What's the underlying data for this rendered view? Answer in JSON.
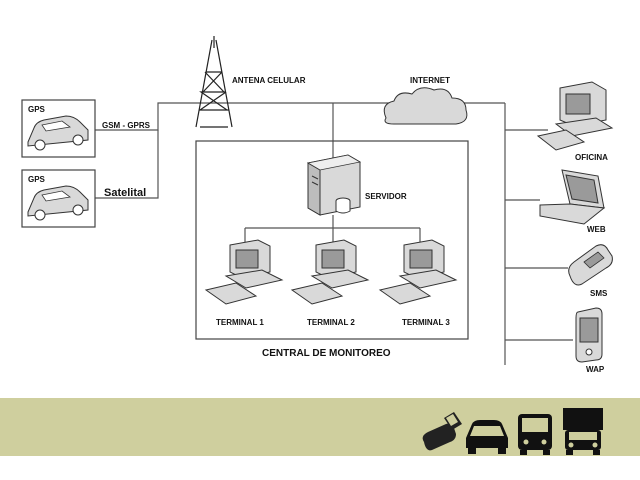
{
  "diagram": {
    "gps_label_1": "GPS",
    "gps_label_2": "GPS",
    "gsm_gprs": "GSM - GPRS",
    "satelital": "Satelital",
    "antena": "ANTENA CELULAR",
    "internet": "INTERNET",
    "servidor": "SERVIDOR",
    "terminal_1": "TERMINAL 1",
    "terminal_2": "TERMINAL 2",
    "terminal_3": "TERMINAL 3",
    "central": "CENTRAL DE MONITOREO",
    "oficina": "OFICINA",
    "web": "WEB",
    "sms": "SMS",
    "wap": "WAP"
  },
  "colors": {
    "footer_band": "#cfcf9e",
    "line": "#555555",
    "icon": "#d9d9d9"
  },
  "footer_icons": [
    "phone-car-icon",
    "car-icon",
    "bus-icon",
    "truck-icon"
  ]
}
